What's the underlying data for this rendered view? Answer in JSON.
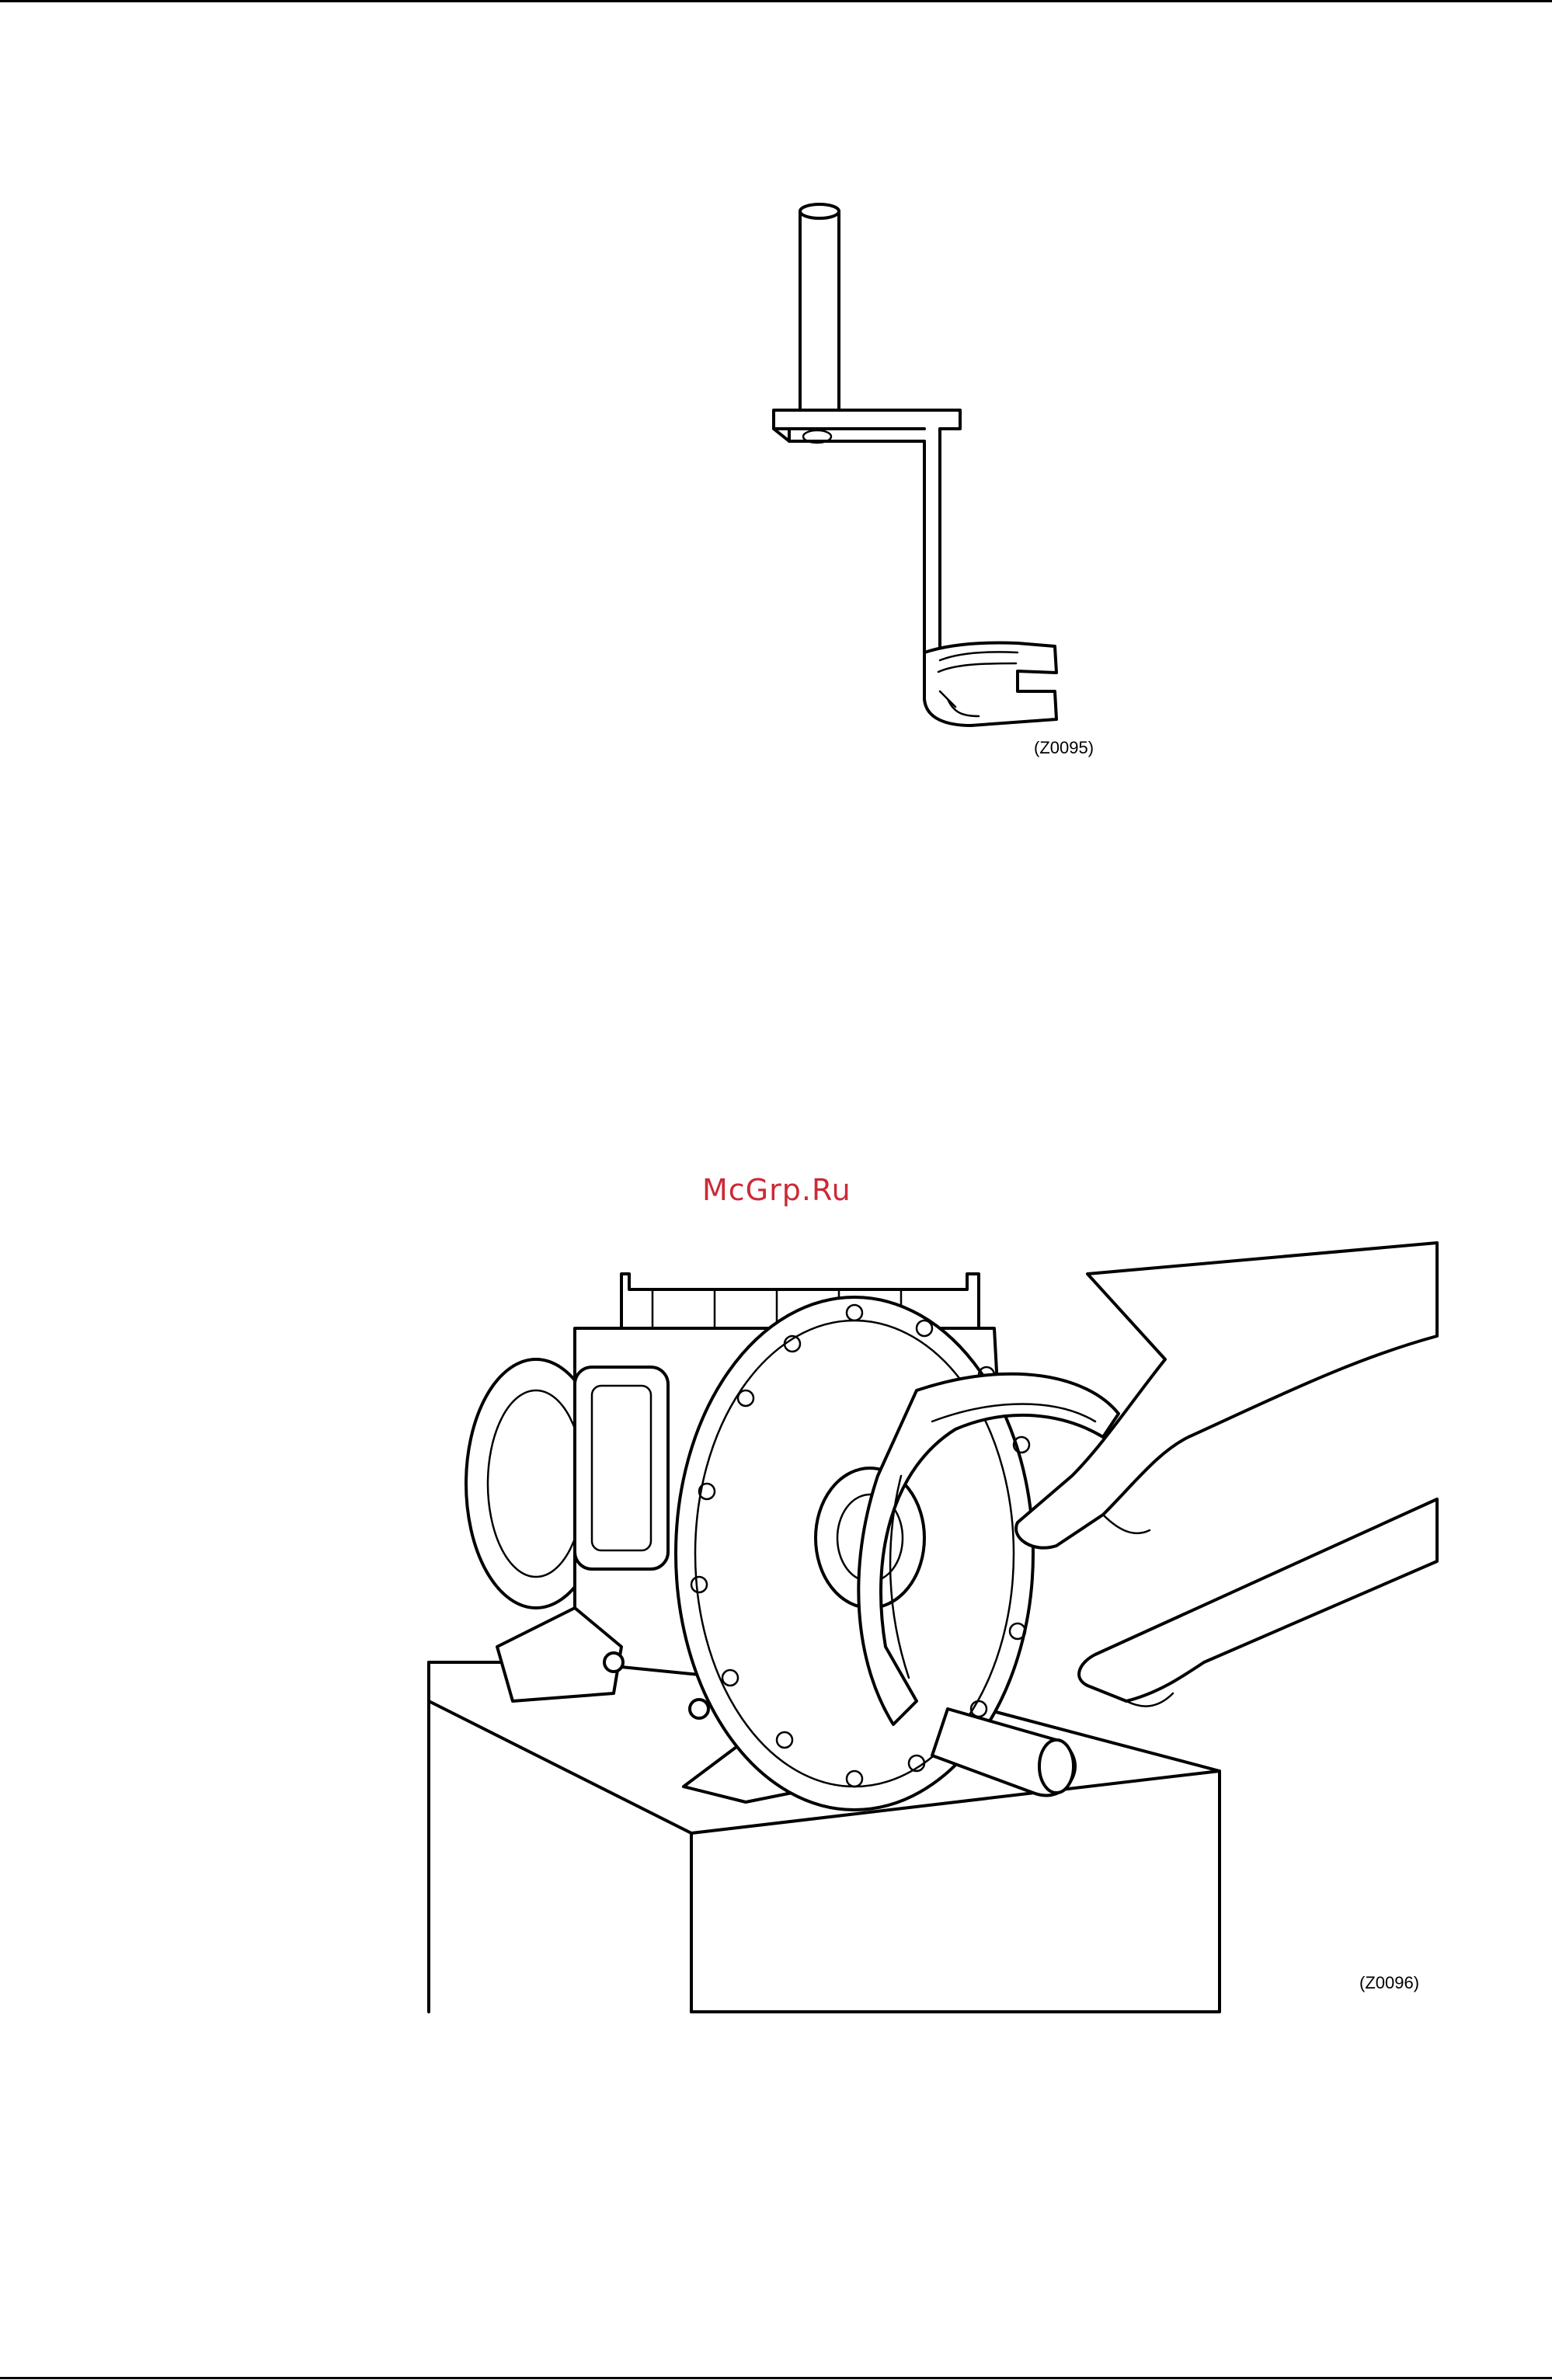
{
  "page": {
    "watermark": "McGrp.Ru",
    "watermark_color": "#cc2a36"
  },
  "figures": [
    {
      "code": "(Z0095)",
      "depicts": "l-bracket-tool"
    },
    {
      "code": "(Z0096)",
      "depicts": "compressor-end-cover-removal"
    }
  ]
}
